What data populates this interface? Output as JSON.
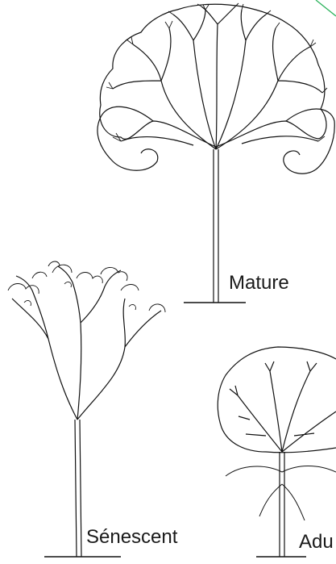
{
  "figure": {
    "labels": {
      "mature": "Mature",
      "senescent": "Sénescent",
      "adult": "Adu"
    },
    "stroke_color": "#111111",
    "accent_line_color": "#2db35d",
    "trees": [
      {
        "name": "mature-tree",
        "stage": "Mature"
      },
      {
        "name": "senescent-tree",
        "stage": "Sénescent"
      },
      {
        "name": "adult-tree",
        "stage": "Adu"
      }
    ]
  }
}
